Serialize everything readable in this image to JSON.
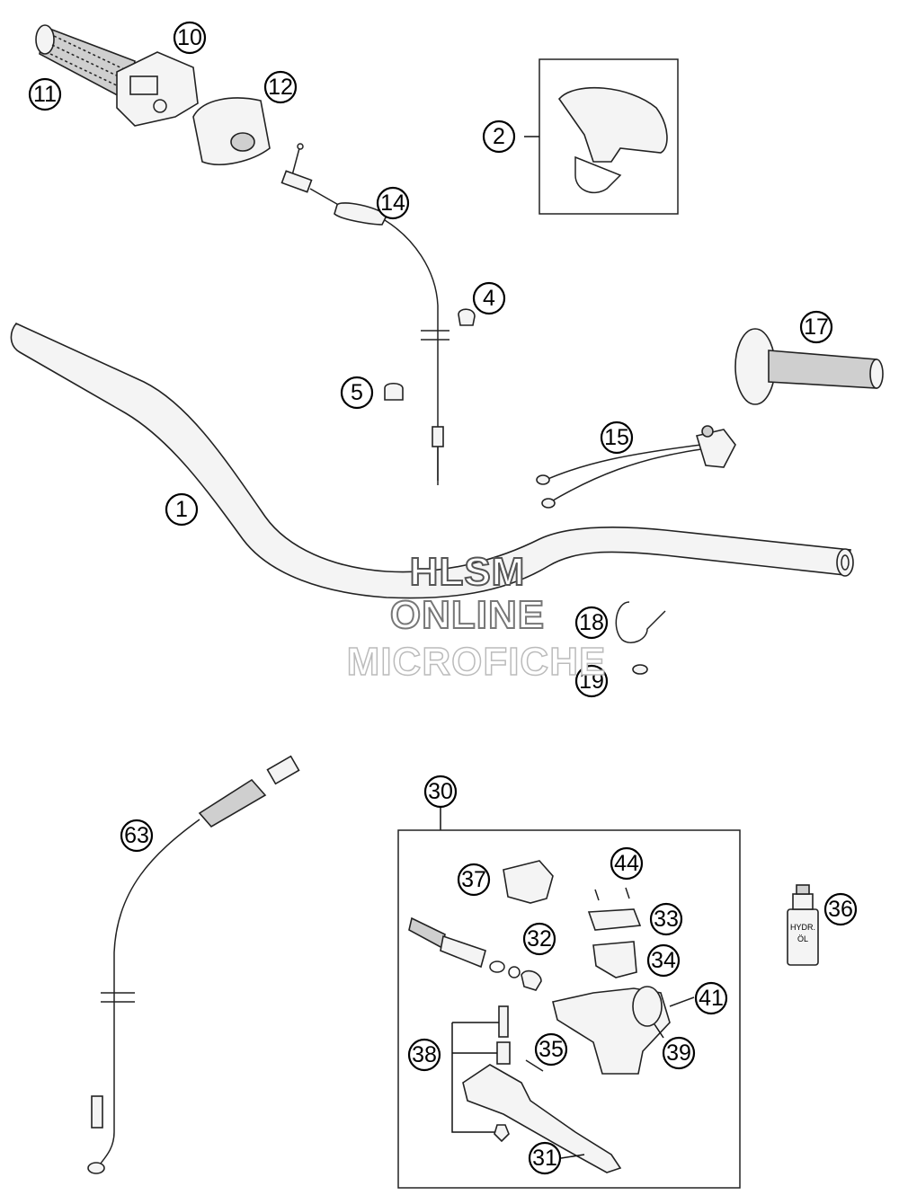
{
  "callouts": [
    {
      "id": "1",
      "label": "1"
    },
    {
      "id": "2",
      "label": "2"
    },
    {
      "id": "4",
      "label": "4"
    },
    {
      "id": "5",
      "label": "5"
    },
    {
      "id": "10",
      "label": "10"
    },
    {
      "id": "11",
      "label": "11"
    },
    {
      "id": "12",
      "label": "12"
    },
    {
      "id": "14",
      "label": "14"
    },
    {
      "id": "15",
      "label": "15"
    },
    {
      "id": "17",
      "label": "17"
    },
    {
      "id": "18",
      "label": "18"
    },
    {
      "id": "19",
      "label": "19"
    },
    {
      "id": "30",
      "label": "30"
    },
    {
      "id": "31",
      "label": "31"
    },
    {
      "id": "32",
      "label": "32"
    },
    {
      "id": "33",
      "label": "33"
    },
    {
      "id": "34",
      "label": "34"
    },
    {
      "id": "35",
      "label": "35"
    },
    {
      "id": "36",
      "label": "36"
    },
    {
      "id": "37",
      "label": "37"
    },
    {
      "id": "38",
      "label": "38"
    },
    {
      "id": "39",
      "label": "39"
    },
    {
      "id": "41",
      "label": "41"
    },
    {
      "id": "44",
      "label": "44"
    },
    {
      "id": "63",
      "label": "63"
    }
  ],
  "bottle_label": {
    "line1": "HYDR.",
    "line2": "ÖL"
  },
  "watermark": {
    "line1": "HLSM",
    "line2": "ONLINE",
    "line3": "MICROFICHE"
  }
}
